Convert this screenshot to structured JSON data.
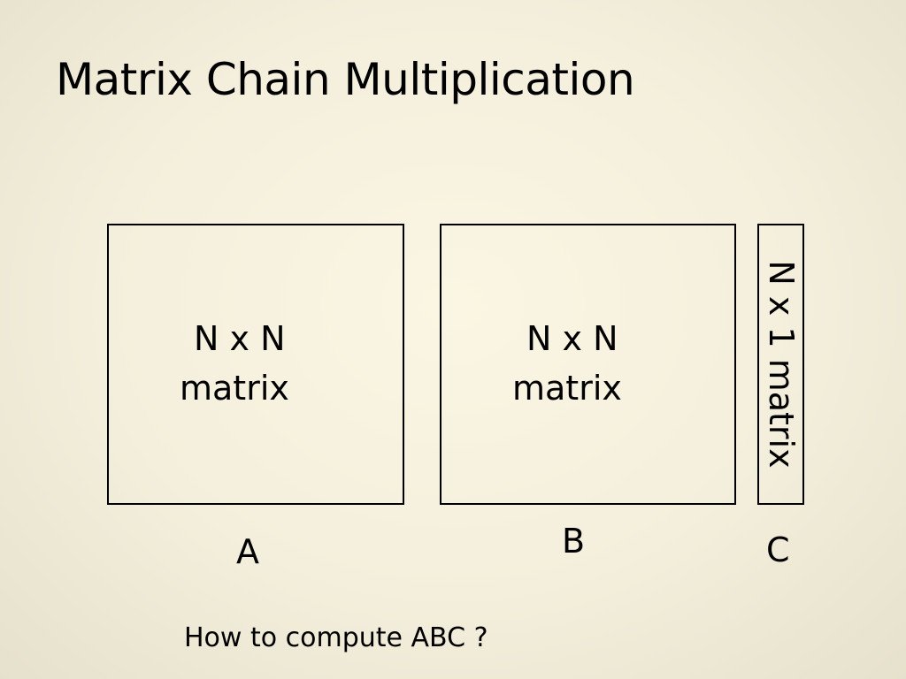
{
  "slide": {
    "title": "Matrix Chain Multiplication",
    "question": "How to compute ABC ?"
  },
  "matrices": [
    {
      "dims": "N x N",
      "kind": "matrix",
      "letter": "A"
    },
    {
      "dims": "N x N",
      "kind": "matrix",
      "letter": "B"
    },
    {
      "label": "N x 1 matrix",
      "letter": "C"
    }
  ]
}
